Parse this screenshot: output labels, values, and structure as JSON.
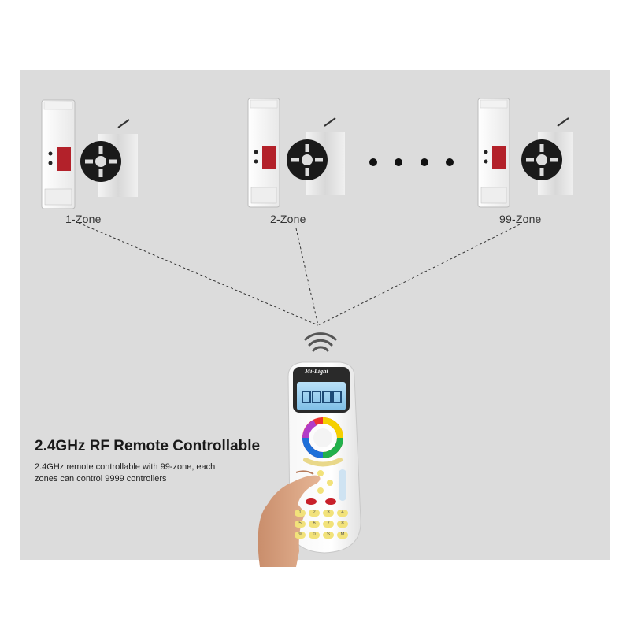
{
  "zones": [
    {
      "label": "1-Zone"
    },
    {
      "label": "2-Zone"
    },
    {
      "label": "99-Zone"
    }
  ],
  "ellipsis_dots": 4,
  "remote": {
    "brand": "Mi-Light",
    "lcd_digits": "8888",
    "keypad": [
      "1",
      "2",
      "3",
      "4",
      "5",
      "6",
      "7",
      "8",
      "9",
      "0",
      "S",
      "M"
    ]
  },
  "headline": "2.4GHz RF Remote Controllable",
  "description": {
    "line1": "2.4GHz remote controllable with 99-zone, each",
    "line2": "zones can control 9999 controllers"
  },
  "colors": {
    "background": "#dcdcdc",
    "accent_red": "#c8202a",
    "keypad_yellow": "#f2e27a",
    "lcd_blue": "#9fd0ef"
  }
}
